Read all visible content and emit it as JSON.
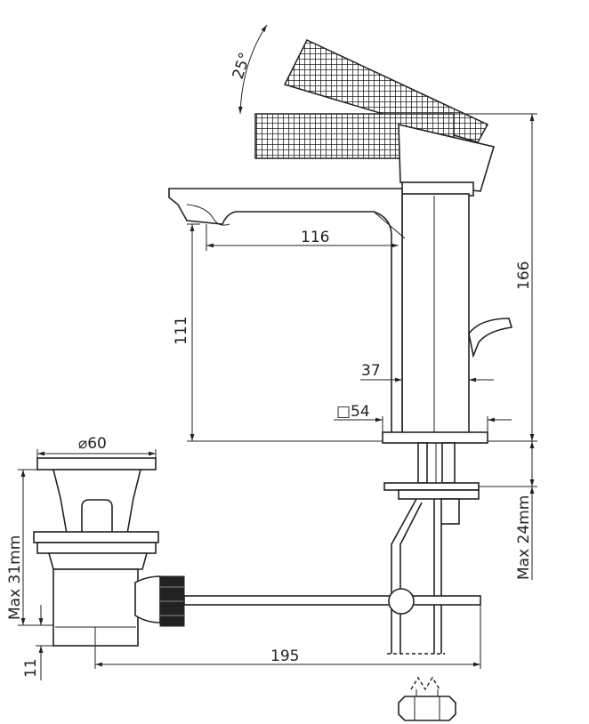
{
  "dimensions": {
    "angle": "25°",
    "spout_reach": "116",
    "spout_height": "111",
    "total_height": "166",
    "body_width": "37",
    "base_size": "□54",
    "waste_diameter": "⌀60",
    "max_waste_height": "Max 31mm",
    "waste_offset": "11",
    "rod_length": "195",
    "max_deck": "Max 24mm"
  },
  "colors": {
    "line": "#222222",
    "background": "#ffffff"
  }
}
